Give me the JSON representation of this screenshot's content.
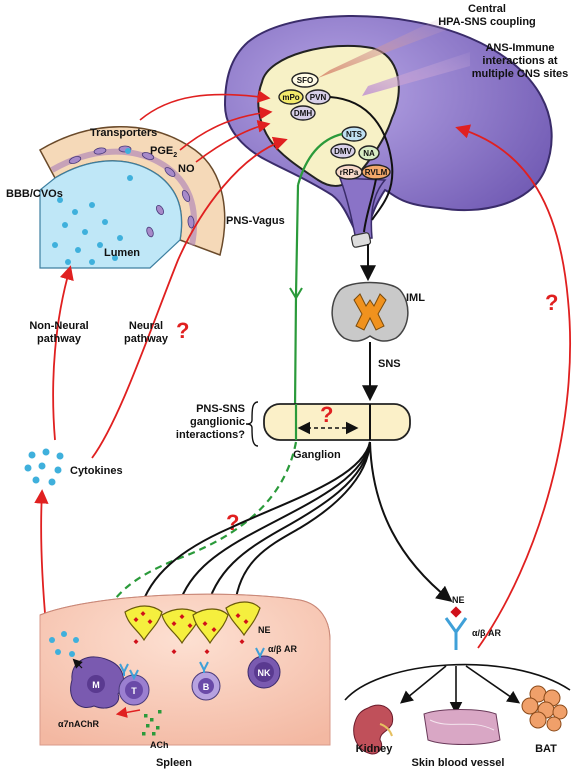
{
  "brain": {
    "callout_hpa": "Central\nHPA-SNS coupling",
    "callout_ans": "ANS-Immune\ninteractions at\nmultiple CNS sites",
    "nuclei": {
      "sfo": "SFO",
      "mpo": "mPo",
      "pvn": "PVN",
      "dmh": "DMH",
      "nts": "NTS",
      "dmv": "DMV",
      "na": "NA",
      "rrpa": "rRPa",
      "rvlm": "RVLM"
    }
  },
  "barrier": {
    "transporters": "Transporters",
    "pge2_main": "PGE",
    "pge2_sub": "2",
    "no": "NO",
    "bbb": "BBB/CVOs",
    "lumen": "Lumen"
  },
  "pathways": {
    "non_neural": "Non-Neural\npathway",
    "neural": "Neural\npathway",
    "cytokines": "Cytokines",
    "pns_vagus": "PNS-Vagus",
    "question_mark": "?"
  },
  "spinal": {
    "iml": "IML",
    "sns": "SNS",
    "interactions": "PNS-SNS\nganglionic\ninteractions?",
    "ganglion": "Ganglion"
  },
  "spleen": {
    "title": "Spleen",
    "ne": "NE",
    "ab_ar": "α/β AR",
    "a7": "α7nAChR",
    "ach": "ACh",
    "cells": {
      "m": "M",
      "t": "T",
      "b": "B",
      "nk": "NK"
    }
  },
  "periphery": {
    "ne": "NE",
    "ab_ar": "α/β AR",
    "kidney": "Kidney",
    "skin": "Skin blood vessel",
    "bat": "BAT"
  },
  "colors": {
    "red": "#e02020",
    "green": "#2a9a3a",
    "brain": "#8a73c7",
    "nucleus_fill": "#fbf4d4",
    "spleen": "#f7c6b4",
    "ganglion": "#fbf0c8",
    "cytokine": "#3fb0dc"
  }
}
